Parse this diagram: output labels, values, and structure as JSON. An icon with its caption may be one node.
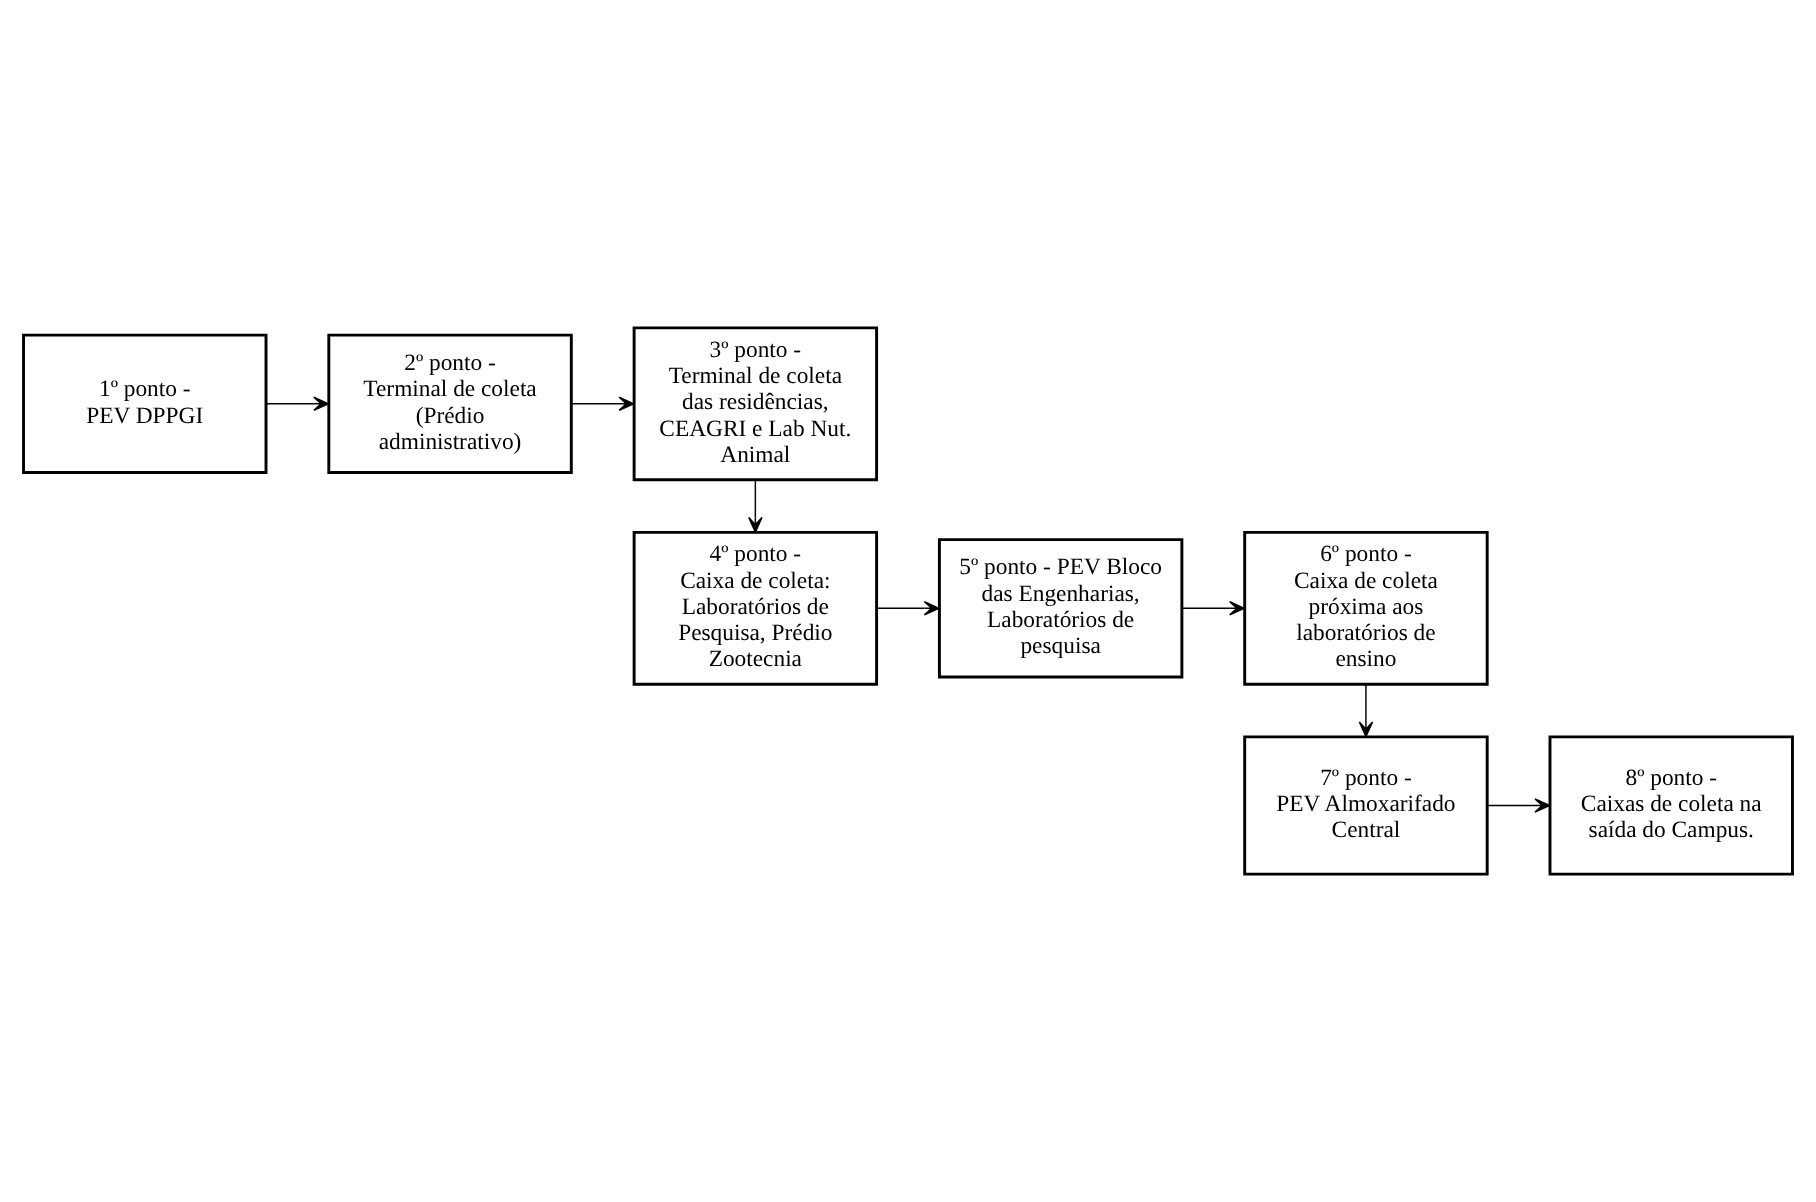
{
  "diagram": {
    "nodes": [
      {
        "text": [
          "1º ponto -",
          "PEV DPPGI"
        ]
      },
      {
        "text": [
          "2º ponto -",
          "Terminal de coleta (Prédio administrativo)"
        ]
      },
      {
        "text": [
          "3º ponto -",
          "Terminal de coleta das residências, CEAGRI e Lab Nut. Animal"
        ]
      },
      {
        "text": [
          "4º ponto -",
          "Caixa de coleta: Laboratórios de Pesquisa, Prédio Zootecnia"
        ]
      },
      {
        "text": [
          "5º ponto - PEV Bloco das Engenharias, Laboratórios de pesquisa"
        ]
      },
      {
        "text": [
          "6º ponto -",
          "Caixa de coleta próxima aos laboratórios de ensino"
        ]
      },
      {
        "text": [
          "7º ponto -",
          "PEV Almoxarifado Central"
        ]
      },
      {
        "text": [
          "8º ponto -",
          "Caixas de coleta na saída do Campus."
        ]
      }
    ],
    "edges": [
      {
        "from": 0,
        "to": 1,
        "arrow": "to"
      },
      {
        "from": 1,
        "to": 2,
        "arrow": "to"
      },
      {
        "from": 2,
        "to": 3,
        "arrow": "to"
      },
      {
        "from": 3,
        "to": 4,
        "arrow": "to"
      },
      {
        "from": 4,
        "to": 5,
        "arrow": "to"
      },
      {
        "from": 5,
        "to": 6,
        "arrow": "to"
      },
      {
        "from": 6,
        "to": 7,
        "arrow": "to"
      }
    ]
  }
}
